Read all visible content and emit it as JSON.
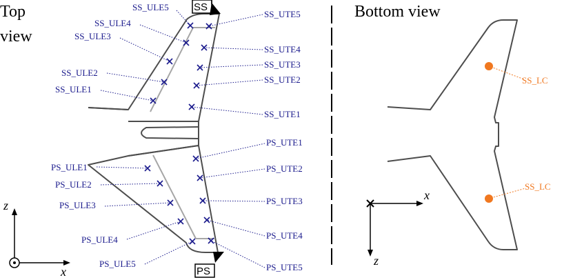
{
  "top_view": {
    "title_line1": "Top",
    "title_line2": "view",
    "box_top": "SS",
    "box_bottom": "PS",
    "sensors": [
      {
        "id": "ss_ule5",
        "label": "SS_ULE5"
      },
      {
        "id": "ss_ule4",
        "label": "SS_ULE4"
      },
      {
        "id": "ss_ule3",
        "label": "SS_ULE3"
      },
      {
        "id": "ss_ule2",
        "label": "SS_ULE2"
      },
      {
        "id": "ss_ule1",
        "label": "SS_ULE1"
      },
      {
        "id": "ss_ute5",
        "label": "SS_UTE5"
      },
      {
        "id": "ss_ute4",
        "label": "SS_UTE4"
      },
      {
        "id": "ss_ute3",
        "label": "SS_UTE3"
      },
      {
        "id": "ss_ute2",
        "label": "SS_UTE2"
      },
      {
        "id": "ss_ute1",
        "label": "SS_UTE1"
      },
      {
        "id": "ps_ule1",
        "label": "PS_ULE1"
      },
      {
        "id": "ps_ule2",
        "label": "PS_ULE2"
      },
      {
        "id": "ps_ule3",
        "label": "PS_ULE3"
      },
      {
        "id": "ps_ule4",
        "label": "PS_ULE4"
      },
      {
        "id": "ps_ule5",
        "label": "PS_ULE5"
      },
      {
        "id": "ps_ute1",
        "label": "PS_UTE1"
      },
      {
        "id": "ps_ute2",
        "label": "PS_UTE2"
      },
      {
        "id": "ps_ute3",
        "label": "PS_UTE3"
      },
      {
        "id": "ps_ute4",
        "label": "PS_UTE4"
      },
      {
        "id": "ps_ute5",
        "label": "PS_UTE5"
      }
    ],
    "axes": {
      "x": "x",
      "z": "z"
    }
  },
  "bottom_view": {
    "title": "Bottom view",
    "load_cells": [
      {
        "id": "upper",
        "label": "SS_LC"
      },
      {
        "id": "lower",
        "label": "SS_LC"
      }
    ],
    "axes": {
      "x": "x",
      "z": "z"
    }
  },
  "colors": {
    "sensor": "#1a1a8c",
    "load_cell": "#f07820",
    "outline": "#4d4d4d",
    "spar": "#a6a6a6"
  },
  "icons": {
    "sensor_marker": "cross-icon",
    "load_cell_marker": "dot-icon",
    "out_of_page_axis": "circle-dot-icon",
    "into_page_axis": "cross-axis-icon"
  }
}
